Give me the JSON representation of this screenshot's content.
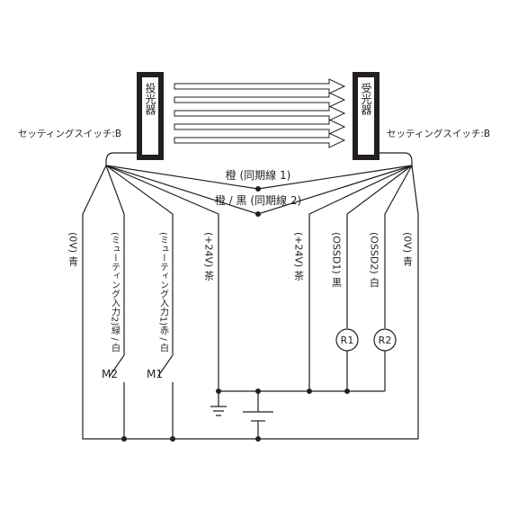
{
  "emitter": {
    "label": "投光器"
  },
  "receiver": {
    "label": "受光器"
  },
  "setting_switch_left": "セッティングスイッチ:B",
  "setting_switch_right": "セッティングスイッチ:B",
  "sync_line_1": "橙 (同期線 1)",
  "sync_line_2": "橙 / 黒 (同期線 2)",
  "wires_left": {
    "zero_v": "(0V) 青",
    "muting_2": "(ミューティング入力2)緑 / 白",
    "muting_1": "(ミューティング入力1)赤 / 白",
    "plus_24v": "(+24V) 茶"
  },
  "wires_right": {
    "plus_24v": "(+24V) 茶",
    "ossd1": "(OSSD1) 黒",
    "ossd2": "(OSSD2) 白",
    "zero_v": "(0V) 青"
  },
  "switches": {
    "m2": "M2",
    "m1": "M1"
  },
  "loads": {
    "r1": "R1",
    "r2": "R2"
  }
}
